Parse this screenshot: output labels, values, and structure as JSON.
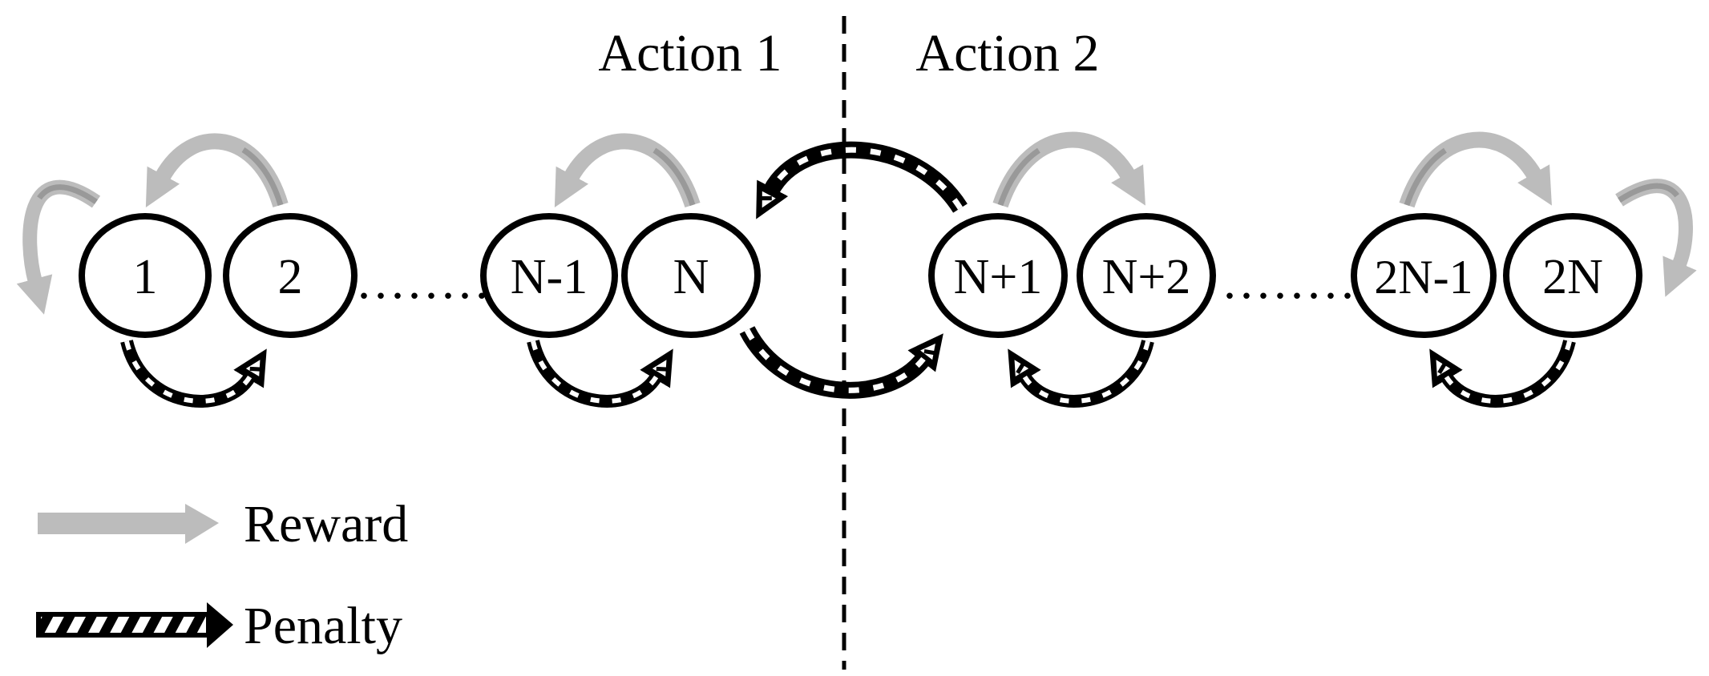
{
  "figure": {
    "background": "#ffffff",
    "actions": {
      "action1": "Action 1",
      "action2": "Action 2"
    },
    "divider": {
      "style": "dashed-vertical-line",
      "color": "#000000"
    },
    "states": {
      "s1": "1",
      "s2": "2",
      "sNm1": "N-1",
      "sN": "N",
      "sNp1": "N+1",
      "sNp2": "N+2",
      "s2Nm1": "2N-1",
      "s2N": "2N"
    },
    "ellipsis": "........",
    "reward_transitions": [
      "1->1",
      "2->1",
      "N->N-1",
      "N+1->N+2",
      "2N-1->2N",
      "2N->2N"
    ],
    "penalty_transitions": [
      "1->2",
      "N-1->N",
      "N->N+1",
      "N+1->N",
      "N+2->N+1",
      "2N->2N-1"
    ],
    "legend": {
      "reward": "Reward",
      "penalty": "Penalty"
    },
    "colors": {
      "reward_gray": "#bcbcbc",
      "reward_shade": "#999999",
      "penalty_black": "#000000",
      "state_outline": "#000000"
    }
  }
}
